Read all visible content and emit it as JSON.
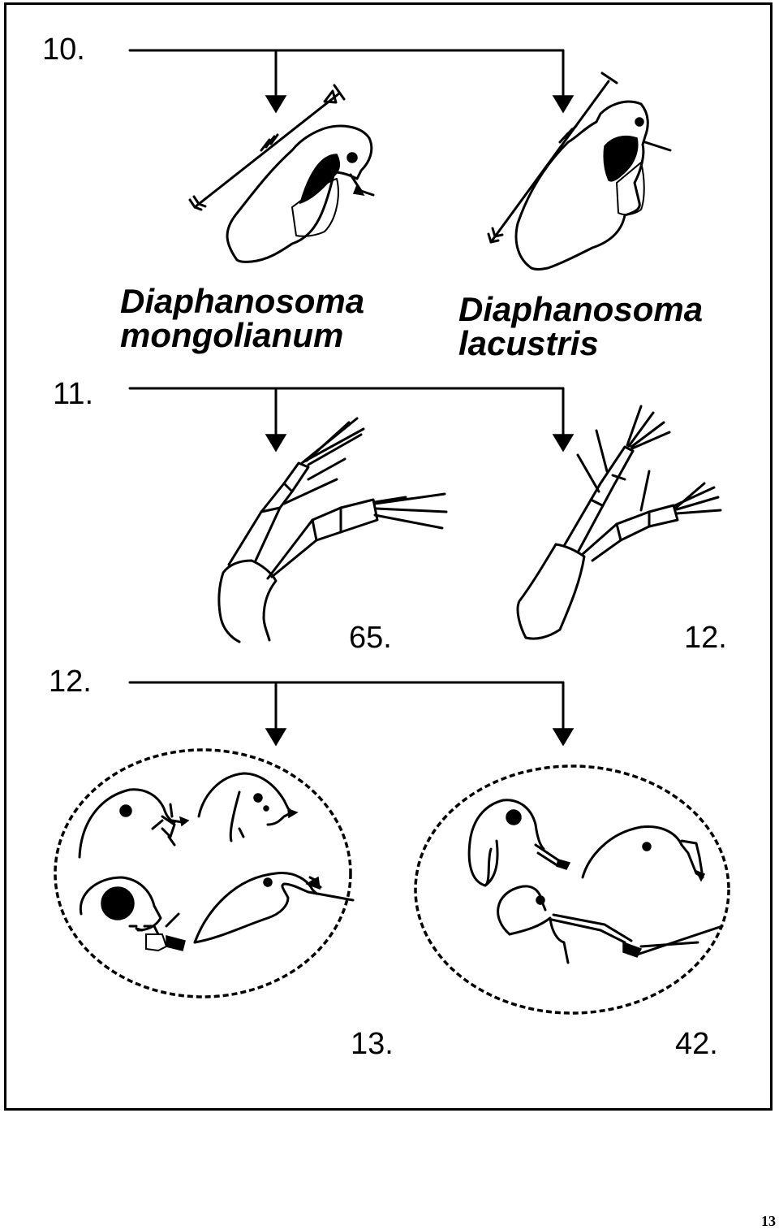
{
  "couplets": [
    {
      "number": "10.",
      "next_left": "",
      "next_right": ""
    },
    {
      "number": "11.",
      "next_left": "65.",
      "next_right": "12."
    },
    {
      "number": "12.",
      "next_left": "13.",
      "next_right": "42."
    }
  ],
  "species_left": {
    "genus": "Diaphanosoma",
    "epithet": "mongolianum"
  },
  "species_right": {
    "genus": "Diaphanosoma",
    "epithet": "lacustris"
  },
  "page_number": "13"
}
